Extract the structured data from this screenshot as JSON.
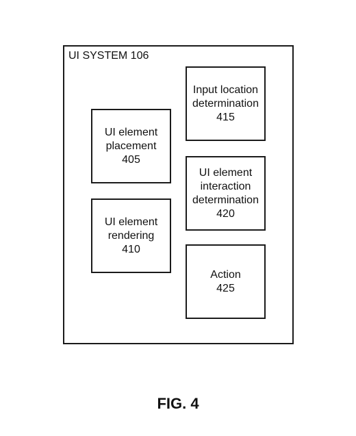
{
  "system": {
    "title": "UI SYSTEM 106"
  },
  "modules": [
    {
      "id": "405",
      "lines": [
        "UI element",
        "placement",
        "405"
      ]
    },
    {
      "id": "410",
      "lines": [
        "UI element",
        "rendering",
        "410"
      ]
    },
    {
      "id": "415",
      "lines": [
        "Input location",
        "determination",
        "415"
      ]
    },
    {
      "id": "420",
      "lines": [
        "UI element",
        "interaction",
        "determination",
        "420"
      ]
    },
    {
      "id": "425",
      "lines": [
        "Action",
        "425"
      ]
    }
  ],
  "figure": {
    "label": "FIG. 4"
  }
}
